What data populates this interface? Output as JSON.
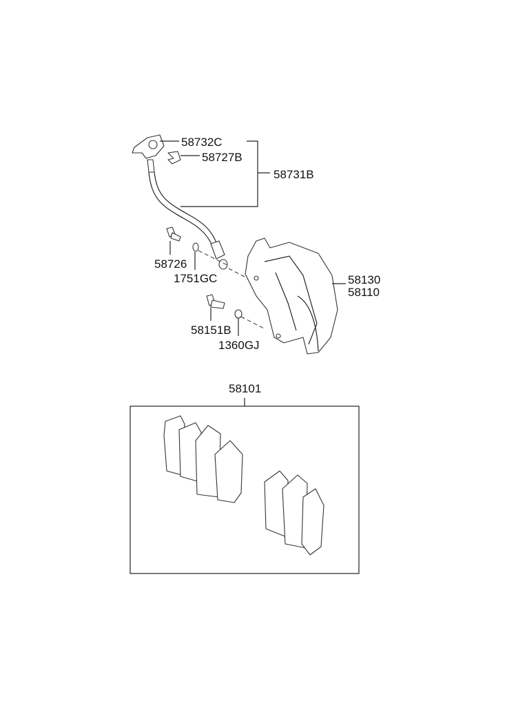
{
  "diagram": {
    "parts": {
      "p58732C": "58732C",
      "p58727B": "58727B",
      "p58731B": "58731B",
      "p58726": "58726",
      "p1751GC": "1751GC",
      "p58130": "58130",
      "p58110": "58110",
      "p58151B": "58151B",
      "p1360GJ": "1360GJ",
      "p58101": "58101"
    }
  }
}
